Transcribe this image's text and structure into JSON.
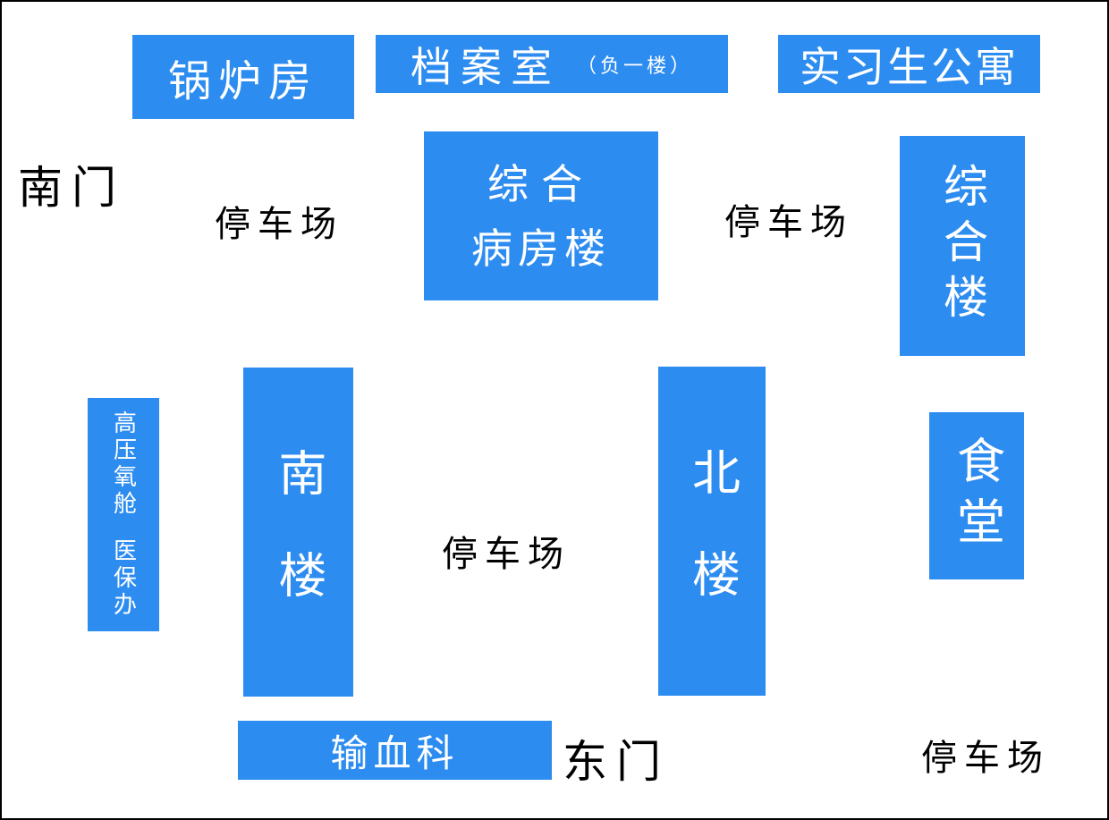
{
  "colors": {
    "building_fill": "#2d8cf0",
    "building_text": "#ffffff",
    "label_text": "#000000",
    "background": "#ffffff",
    "border": "#000000"
  },
  "buildings": {
    "boiler_room": "锅炉房",
    "archive_room": "档案室",
    "archive_note": "（负一楼）",
    "intern_apartment": "实习生公寓",
    "ward_line1": "综合",
    "ward_line2": "病房楼",
    "general_building": "综合楼",
    "oxygen_chamber": "高压氧舱",
    "medical_insurance": "医保办",
    "south_building": "南楼",
    "north_building": "北楼",
    "canteen": "食堂",
    "blood_transfusion": "输血科"
  },
  "labels": {
    "south_gate": "南门",
    "east_gate": "东门",
    "parking_1": "停车场",
    "parking_2": "停车场",
    "parking_3": "停车场",
    "parking_4": "停车场"
  }
}
